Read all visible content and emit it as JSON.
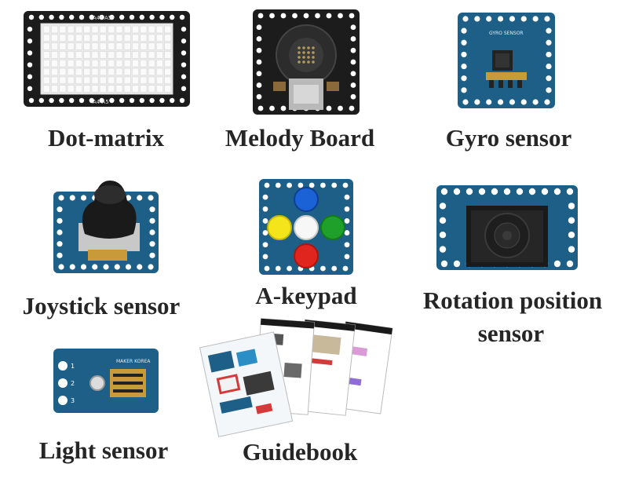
{
  "items": [
    {
      "label": "Dot-matrix"
    },
    {
      "label": "Melody Board"
    },
    {
      "label": "Gyro sensor"
    },
    {
      "label": "Joystick sensor"
    },
    {
      "label": "A-keypad"
    },
    {
      "label": "Rotation position"
    },
    {
      "label": "sensor"
    },
    {
      "label": "Light sensor"
    },
    {
      "label": "Guidebook"
    }
  ],
  "board_text": {
    "dot_top": "A4* A5*",
    "dot_bottom": "A4 A5",
    "gyro": "GYRO SENSOR",
    "light_pins": [
      "1",
      "2",
      "3"
    ],
    "light_mark": "MAKER KOREA"
  },
  "colors": {
    "board_black": "#1c1c1c",
    "board_blue": "#1d5f87",
    "led_grid": "#f3f3f3",
    "key_blue": "#1a62d6",
    "key_yellow": "#f3e51a",
    "key_white": "#f7f7f7",
    "key_green": "#1fa02a",
    "key_red": "#e0251f"
  }
}
